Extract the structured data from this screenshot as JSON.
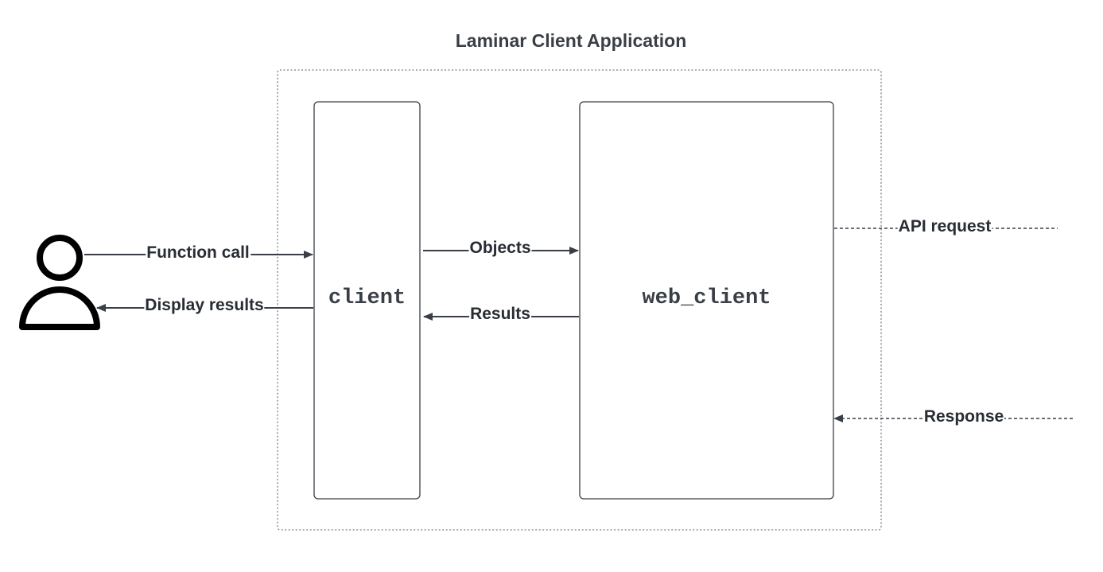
{
  "diagram": {
    "title": "Laminar Client Application",
    "nodes": {
      "user": {
        "icon": "user-icon"
      },
      "client": {
        "label": "client"
      },
      "web_client": {
        "label": "web_client"
      }
    },
    "edges": {
      "function_call": {
        "label": "Function call",
        "from": "user",
        "to": "client",
        "style": "solid"
      },
      "display_results": {
        "label": "Display results",
        "from": "client",
        "to": "user",
        "style": "solid"
      },
      "objects": {
        "label": "Objects",
        "from": "client",
        "to": "web_client",
        "style": "solid"
      },
      "results": {
        "label": "Results",
        "from": "web_client",
        "to": "client",
        "style": "solid"
      },
      "api_request": {
        "label": "API request",
        "from": "web_client",
        "to": "external",
        "style": "dashed"
      },
      "response": {
        "label": "Response",
        "from": "external",
        "to": "web_client",
        "style": "dashed"
      }
    },
    "colors": {
      "line": "#3a3f47",
      "text": "#282c33",
      "container_border": "#7a7e86"
    }
  }
}
